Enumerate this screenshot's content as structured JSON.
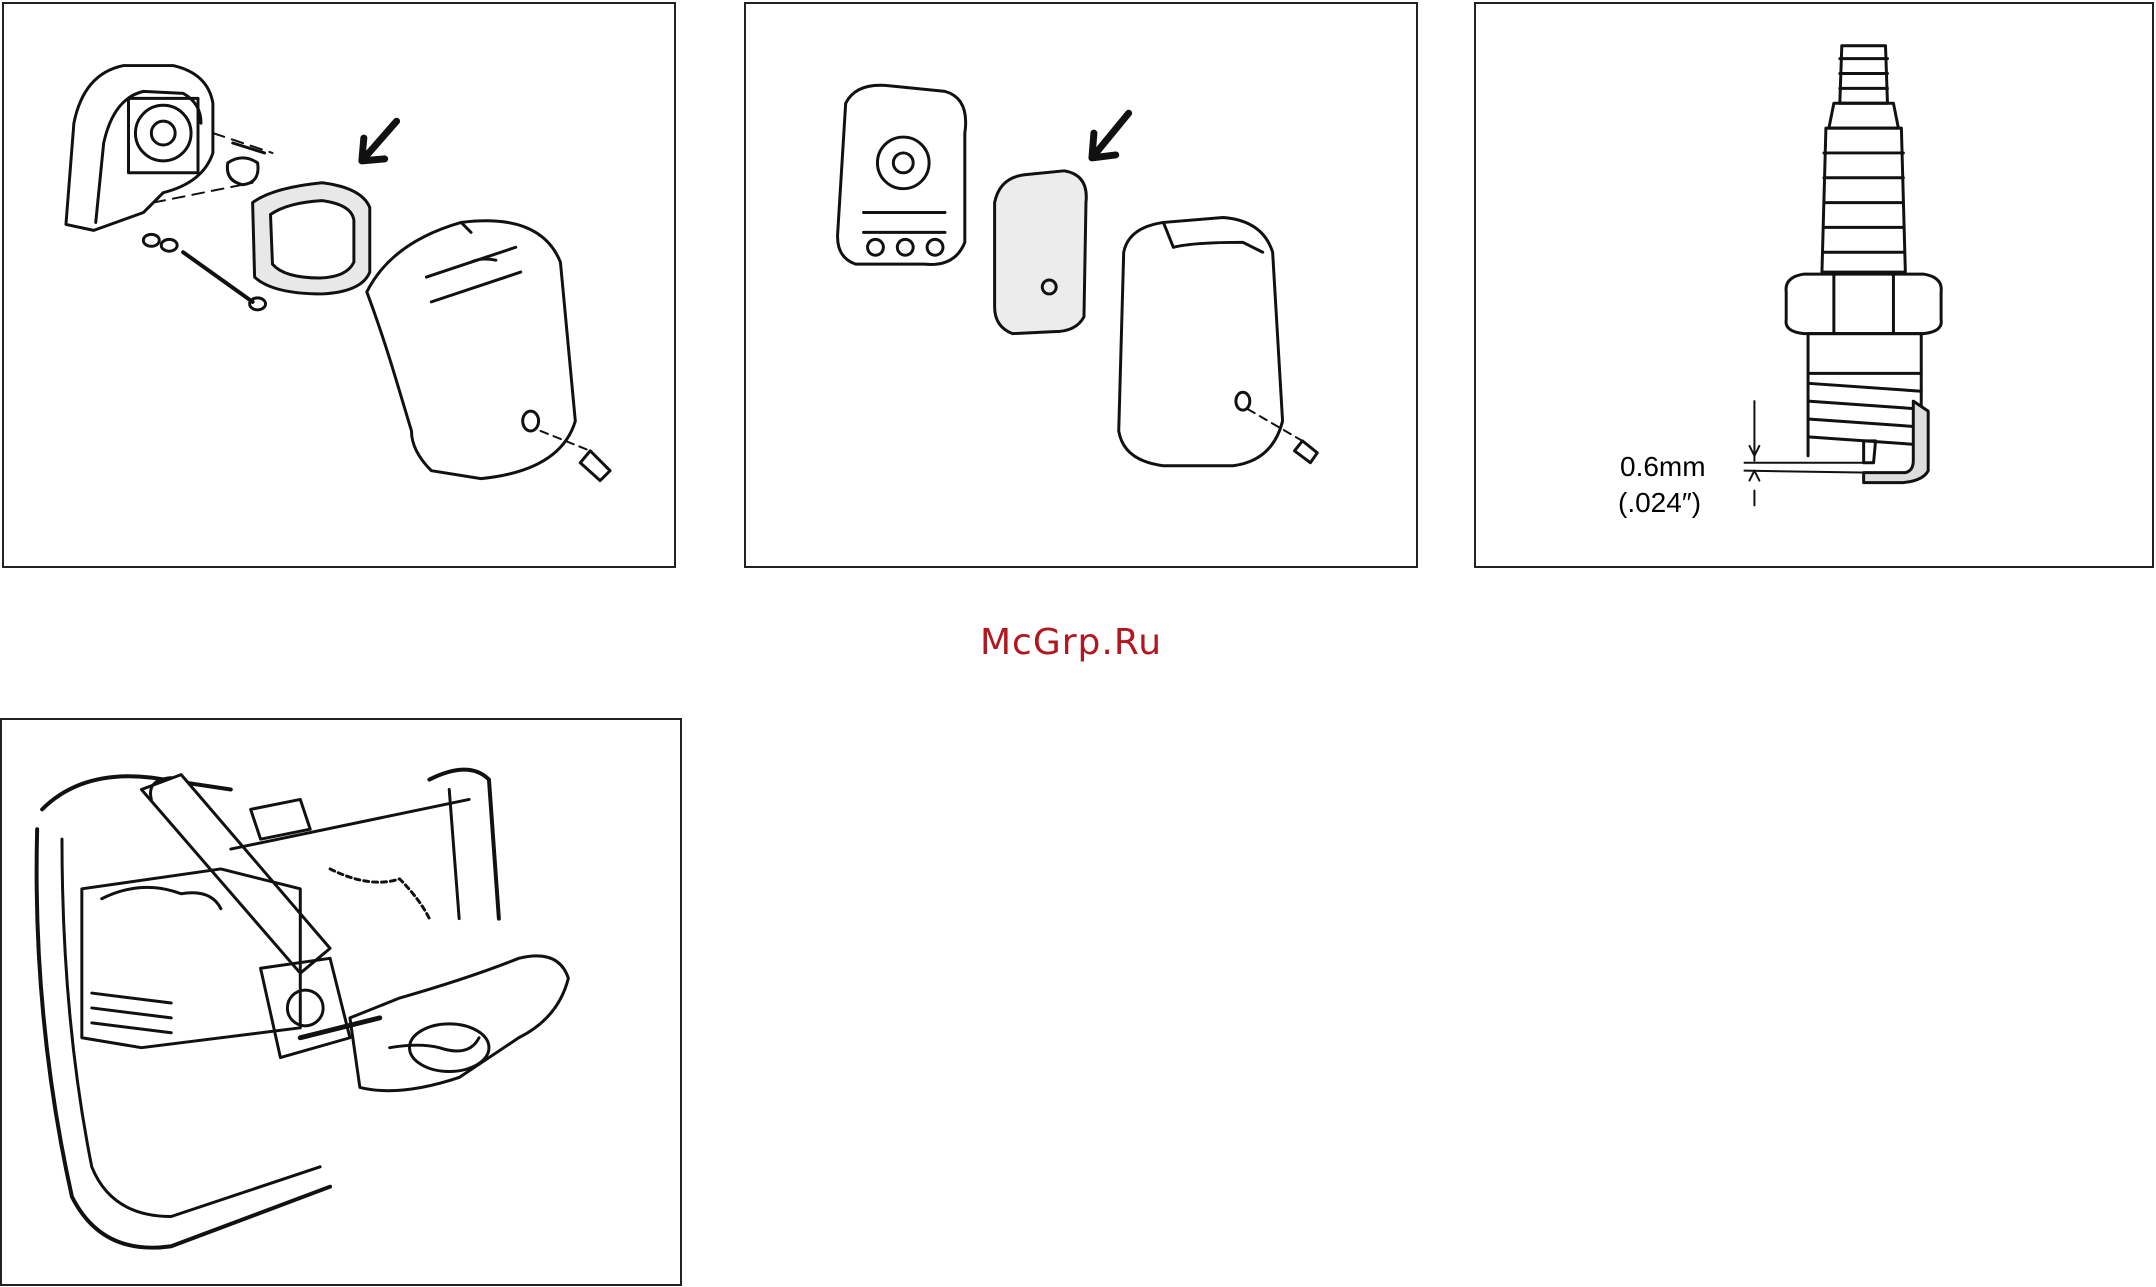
{
  "watermark": "McGrp.Ru",
  "spark_plug": {
    "gap_mm": "0.6mm",
    "gap_in": "(.024″)"
  },
  "colors": {
    "watermark": "#b0171f",
    "line": "#111111",
    "frame": "#222222"
  }
}
